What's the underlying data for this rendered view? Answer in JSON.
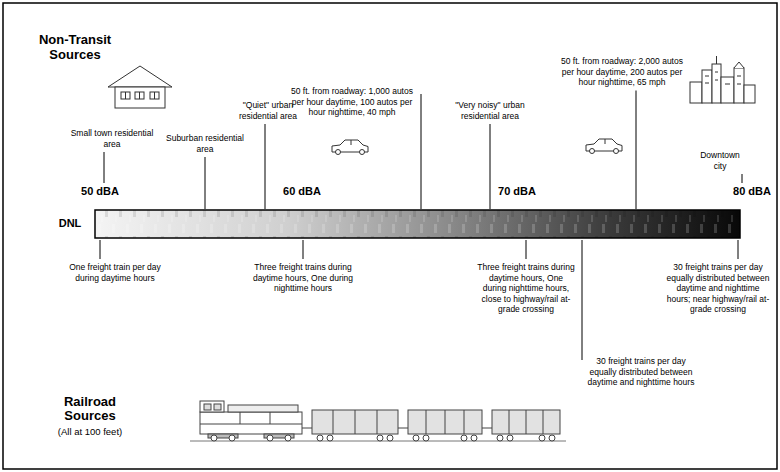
{
  "diagram": {
    "labels": [
      "Non-Transit Sources",
      "50 ft. from roadway: 1,000 autos per hour daytime, 100 autos per hour nighttime, 40 mph",
      "50 ft. from roadway: 2,000 autos per hour daytime, 200 autos per hour nighttime, 65 mph",
      "\"Quiet\" urban residential area",
      "\"Very noisy\" urban residential area",
      "Small town residential area",
      "Suburban residential area",
      "Downtown city",
      "50 dBA",
      "60 dBA",
      "70 dBA",
      "80 dBA",
      "DNL",
      "One freight train per day during daytime hours",
      "Three freight trains during daytime hours, One during nighttime hours",
      "Three freight trains during daytime hours, One during nighttime hours, close to highway/rail at-grade crossing",
      "30 freight trains per day equally distributed between daytime and nighttime hours; near highway/rail at-grade crossing",
      "30 freight trains per day equally distributed between daytime and nighttime hours",
      "Railroad Sources",
      "(All at 100 feet)"
    ]
  }
}
